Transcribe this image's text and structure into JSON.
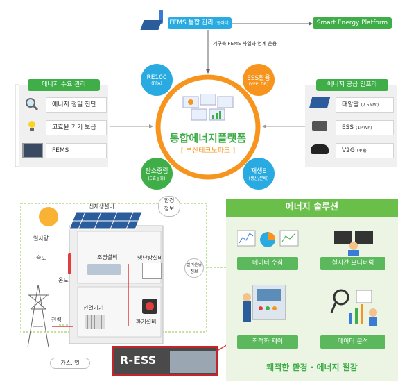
{
  "top": {
    "fems_center": "FEMS 통합 관리",
    "fems_center_sub": "(동아대)",
    "smart_platform": "Smart Energy Platform",
    "link_note": "기구축 FEMS 사업과 연계 운용"
  },
  "center": {
    "title": "통합에너지플랫폼",
    "subtitle": "[ 부산테크노파크 ]",
    "circles": [
      {
        "label": "RE100",
        "sub": "(PPA)"
      },
      {
        "label": "ESS활용",
        "sub": "(VPP, DR)"
      },
      {
        "label": "탄소중립",
        "sub": "(E효율화)"
      },
      {
        "label": "재생E",
        "sub": "(생산/분배)"
      }
    ]
  },
  "demand": {
    "title": "에너지 수요 관리",
    "items": [
      "에너지 정밀 진단",
      "고효율 기기 보급",
      "FEMS"
    ]
  },
  "supply": {
    "title": "에너지 공급 인프라",
    "items": [
      {
        "label": "태양광",
        "sub": "(7.5MW)"
      },
      {
        "label": "ESS",
        "sub": "(1MWh)"
      },
      {
        "label": "V2G",
        "sub": "(4대)"
      }
    ]
  },
  "building": {
    "labels": {
      "renewable": "신재생설비",
      "env_info": "환경\n정보",
      "solar": "일사량",
      "humidity": "습도",
      "temperature": "온도",
      "lighting": "조명설비",
      "hvac": "냉난방설비",
      "heating": "전열기기",
      "ventilation": "환기설비",
      "power": "전력",
      "gas_heat": "가스, 열",
      "op_info": "설비운영\n정보",
      "ress": "R-ESS"
    }
  },
  "solution": {
    "title": "에너지 솔루션",
    "steps": [
      "데이터 수집",
      "실시간 모니터링",
      "데이터 분석",
      "최적화 제어"
    ],
    "footer": "쾌적한 환경 · 에너지 절감"
  },
  "colors": {
    "blue": "#29abe2",
    "green": "#3fae49",
    "orange": "#f7941d",
    "red": "#e23d3d",
    "teal": "#1aa3a3"
  }
}
